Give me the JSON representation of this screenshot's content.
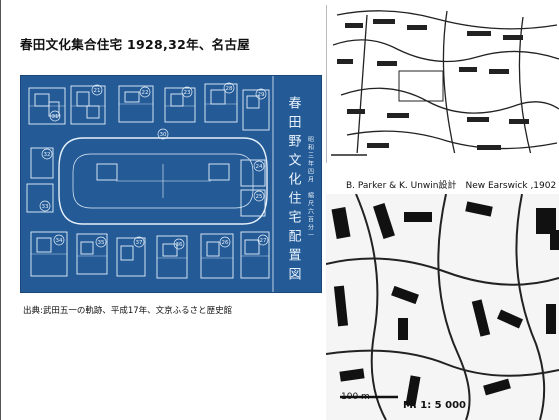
{
  "slide": {
    "title": "春田文化集合住宅 1928,32年、名古屋",
    "caption_left": "出典:武田五一の軌跡、平成17年、文京ふるさと歴史館",
    "caption_right": "B. Parker & K. Unwin設計　New Earswick ,1902",
    "scale_length": "100 m",
    "scale_ratio": "M. 1: 5 000"
  },
  "blueprint": {
    "lot_numbers": [
      "21",
      "22",
      "23",
      "24",
      "25",
      "26",
      "27",
      "28",
      "29",
      "30",
      "31",
      "32",
      "33",
      "34",
      "35",
      "36",
      "37"
    ],
    "vertical_title": "春田野文化住宅配置図",
    "vertical_subtitle": "昭和三年四月　縮尺六百分一"
  },
  "colors": {
    "blueprint_bg": "#245b96",
    "blueprint_line": "#e6f0fb",
    "map_ink": "#222222"
  }
}
